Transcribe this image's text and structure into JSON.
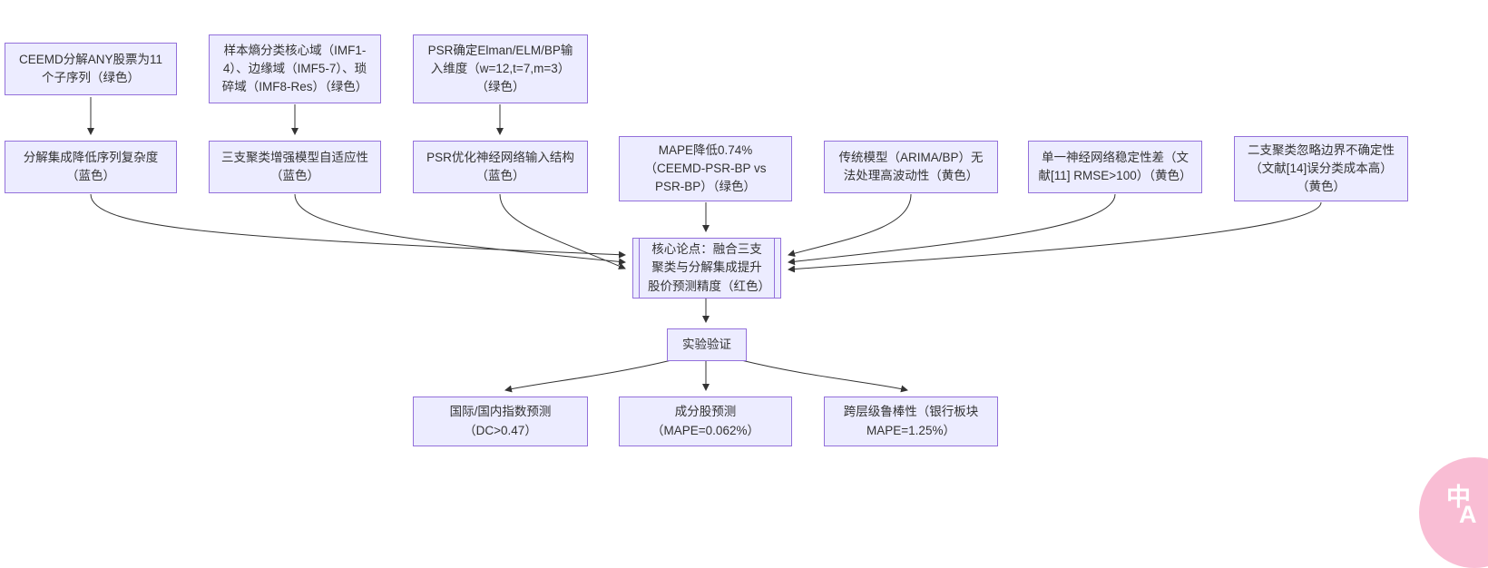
{
  "diagram": {
    "type": "flowchart",
    "direction": "top-down",
    "node_fill": "#ECECFF",
    "node_border": "#9370DB",
    "edge_color": "#333333",
    "text_color": "#333333",
    "background": "#ffffff"
  },
  "nodes": {
    "ceemd": {
      "label": "CEEMD分解ANY股票为11个子序列（绿色）"
    },
    "entropy": {
      "label": "样本熵分类核心域（IMF1-4）、边缘域（IMF5-7）、琐碎域（IMF8-Res）（绿色）"
    },
    "psr_dim": {
      "label": "PSR确定Elman/ELM/BP输入维度（w=12,t=7,m=3）（绿色）"
    },
    "decomp": {
      "label": "分解集成降低序列复杂度（蓝色）"
    },
    "three_way": {
      "label": "三支聚类增强模型自适应性（蓝色）"
    },
    "psr_opt": {
      "label": "PSR优化神经网络输入结构（蓝色）"
    },
    "mape": {
      "label": "MAPE降低0.74%（CEEMD-PSR-BP vs PSR-BP）（绿色）"
    },
    "traditional": {
      "label": "传统模型（ARIMA/BP）无法处理高波动性（黄色）"
    },
    "single_nn": {
      "label": "单一神经网络稳定性差（文献[11] RMSE>100）（黄色）"
    },
    "binary_cluster": {
      "label": "二支聚类忽略边界不确定性（文献[14]误分类成本高）（黄色）"
    },
    "core": {
      "label": "核心论点：融合三支聚类与分解集成提升股价预测精度（红色）"
    },
    "experiment": {
      "label": "实验验证"
    },
    "index_pred": {
      "label": "国际/国内指数预测（DC>0.47）"
    },
    "component_pred": {
      "label": "成分股预测（MAPE=0.062%）"
    },
    "robustness": {
      "label": "跨层级鲁棒性（银行板块 MAPE=1.25%）"
    }
  },
  "edges": [
    {
      "from": "ceemd",
      "to": "decomp"
    },
    {
      "from": "entropy",
      "to": "three_way"
    },
    {
      "from": "psr_dim",
      "to": "psr_opt"
    },
    {
      "from": "decomp",
      "to": "core"
    },
    {
      "from": "three_way",
      "to": "core"
    },
    {
      "from": "psr_opt",
      "to": "core"
    },
    {
      "from": "mape",
      "to": "core"
    },
    {
      "from": "traditional",
      "to": "core"
    },
    {
      "from": "single_nn",
      "to": "core"
    },
    {
      "from": "binary_cluster",
      "to": "core"
    },
    {
      "from": "core",
      "to": "experiment"
    },
    {
      "from": "experiment",
      "to": "index_pred"
    },
    {
      "from": "experiment",
      "to": "component_pred"
    },
    {
      "from": "experiment",
      "to": "robustness"
    }
  ],
  "badge": {
    "zh": "中",
    "en": "A",
    "color": "#f9bdd4"
  }
}
